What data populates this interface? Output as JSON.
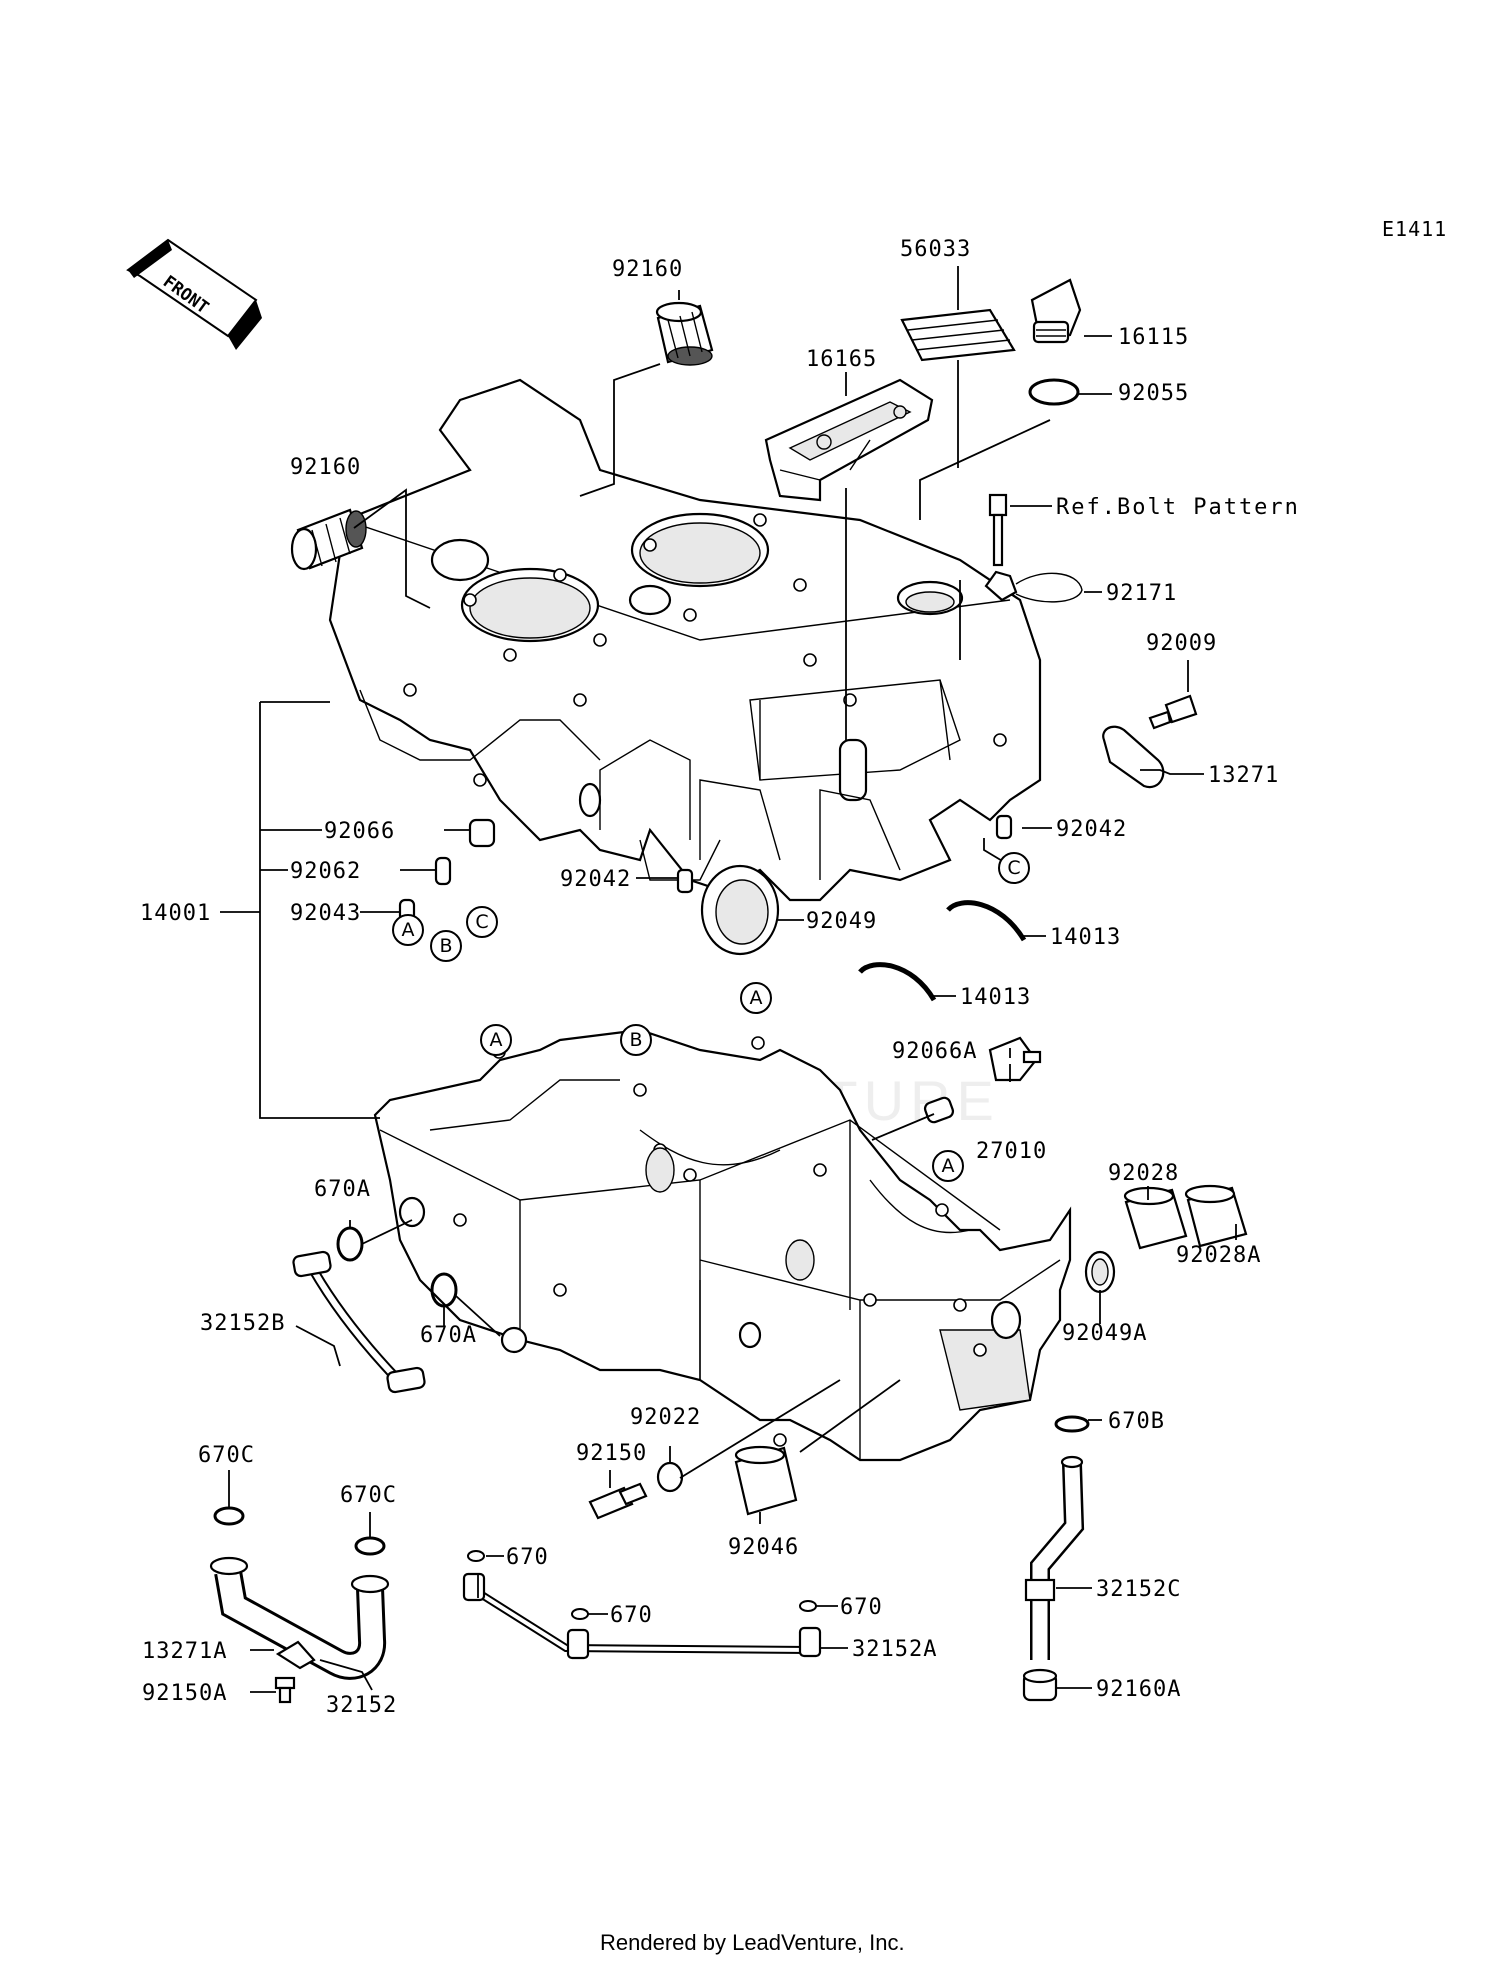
{
  "diagram_code": "E1411",
  "front_label": "FRONT",
  "watermark": "LEADVENTURE",
  "footer": "Rendered by LeadVenture, Inc.",
  "ref_label": "Ref.Bolt Pattern",
  "parts": {
    "p92160_top": "92160",
    "p92160_left": "92160",
    "p56033": "56033",
    "p16115": "16115",
    "p92055": "92055",
    "p16165": "16165",
    "p92171": "92171",
    "p92009": "92009",
    "p13271": "13271",
    "p92042_r": "92042",
    "p92066": "92066",
    "p92062": "92062",
    "p14001": "14001",
    "p92043": "92043",
    "p92042_m": "92042",
    "p92049": "92049",
    "p14013_a": "14013",
    "p14013_b": "14013",
    "p92066A": "92066A",
    "p27010": "27010",
    "p92028": "92028",
    "p92028A": "92028A",
    "p670A_top": "670A",
    "p32152B": "32152B",
    "p670A_bot": "670A",
    "p92049A": "92049A",
    "p92022": "92022",
    "p92150": "92150",
    "p670B": "670B",
    "p92046": "92046",
    "p670C_l": "670C",
    "p670C_r": "670C",
    "p670_1": "670",
    "p670_2": "670",
    "p670_3": "670",
    "p32152C": "32152C",
    "p32152A": "32152A",
    "p13271A": "13271A",
    "p92150A": "92150A",
    "p32152": "32152",
    "p92160A": "92160A"
  },
  "callouts": {
    "A": "A",
    "B": "B",
    "C": "C"
  }
}
